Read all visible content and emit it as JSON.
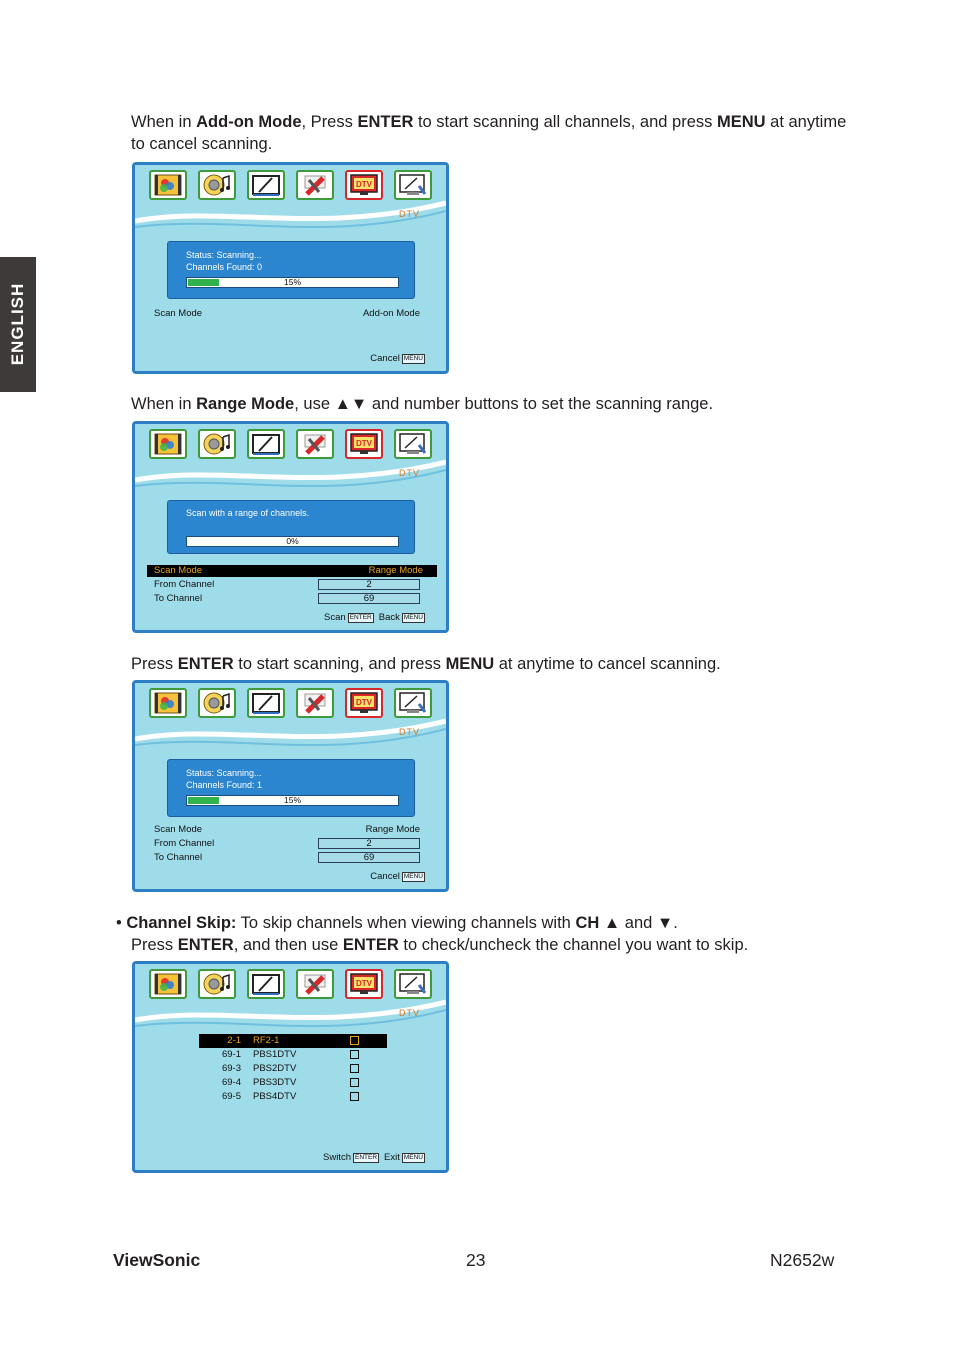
{
  "side_tab": "ENGLISH",
  "intro1": {
    "p1": "When in ",
    "b1": "Add-on Mode",
    "p2": ", Press ",
    "b2": "ENTER",
    "p3": " to start scanning all channels, and press ",
    "b3": "MENU",
    "p4": " at anytime to cancel scanning."
  },
  "intro2": {
    "p1": "When in ",
    "b1": "Range Mode",
    "p2": ", use ▲▼ and number buttons to set the scanning range."
  },
  "intro3": {
    "p1": "Press ",
    "b1": "ENTER",
    "p2": " to start scanning, and press ",
    "b2": "MENU",
    "p3": " at anytime to cancel scanning."
  },
  "intro4": {
    "bullet": "• ",
    "b1": "Channel Skip:",
    "p1": " To skip channels when viewing channels with ",
    "b2": "CH",
    "p2": " ▲ and ▼.",
    "p3": "Press ",
    "b3": "ENTER",
    "p4": ", and then use ",
    "b4": "ENTER",
    "p5": " to check/uncheck the channel you want to skip."
  },
  "osd_label": "DTV",
  "menu_icons": [
    "picture-icon",
    "audio-icon",
    "tv-icon",
    "tools-icon",
    "dtv-icon",
    "setup-icon"
  ],
  "screen1": {
    "status": "Status: Scanning...",
    "found": "Channels Found: 0",
    "progress": 0.15,
    "pct": "15%",
    "scan_mode_label": "Scan Mode",
    "scan_mode_value": "Add-on Mode",
    "cancel": "Cancel",
    "key_menu": "MENU"
  },
  "screen2": {
    "message": "Scan with a range of channels.",
    "progress": 0,
    "pct": "0%",
    "scan_mode_label": "Scan Mode",
    "scan_mode_value": "Range Mode",
    "from_label": "From Channel",
    "from_value": "2",
    "to_label": "To Channel",
    "to_value": "69",
    "scan": "Scan",
    "key_enter": "ENTER",
    "back": "Back",
    "key_menu": "MENU"
  },
  "screen3": {
    "status": "Status: Scanning...",
    "found": "Channels Found: 1",
    "progress": 0.15,
    "pct": "15%",
    "scan_mode_label": "Scan Mode",
    "scan_mode_value": "Range Mode",
    "from_label": "From Channel",
    "from_value": "2",
    "to_label": "To Channel",
    "to_value": "69",
    "cancel": "Cancel",
    "key_menu": "MENU"
  },
  "screen4": {
    "channels": [
      {
        "num": "2-1",
        "name": "RF2-1"
      },
      {
        "num": "69-1",
        "name": "PBS1DTV"
      },
      {
        "num": "69-3",
        "name": "PBS2DTV"
      },
      {
        "num": "69-4",
        "name": "PBS3DTV"
      },
      {
        "num": "69-5",
        "name": "PBS4DTV"
      }
    ],
    "switch": "Switch",
    "key_enter": "ENTER",
    "exit": "Exit",
    "key_menu": "MENU"
  },
  "footer": {
    "brand": "ViewSonic",
    "page": "23",
    "model": "N2652w"
  }
}
